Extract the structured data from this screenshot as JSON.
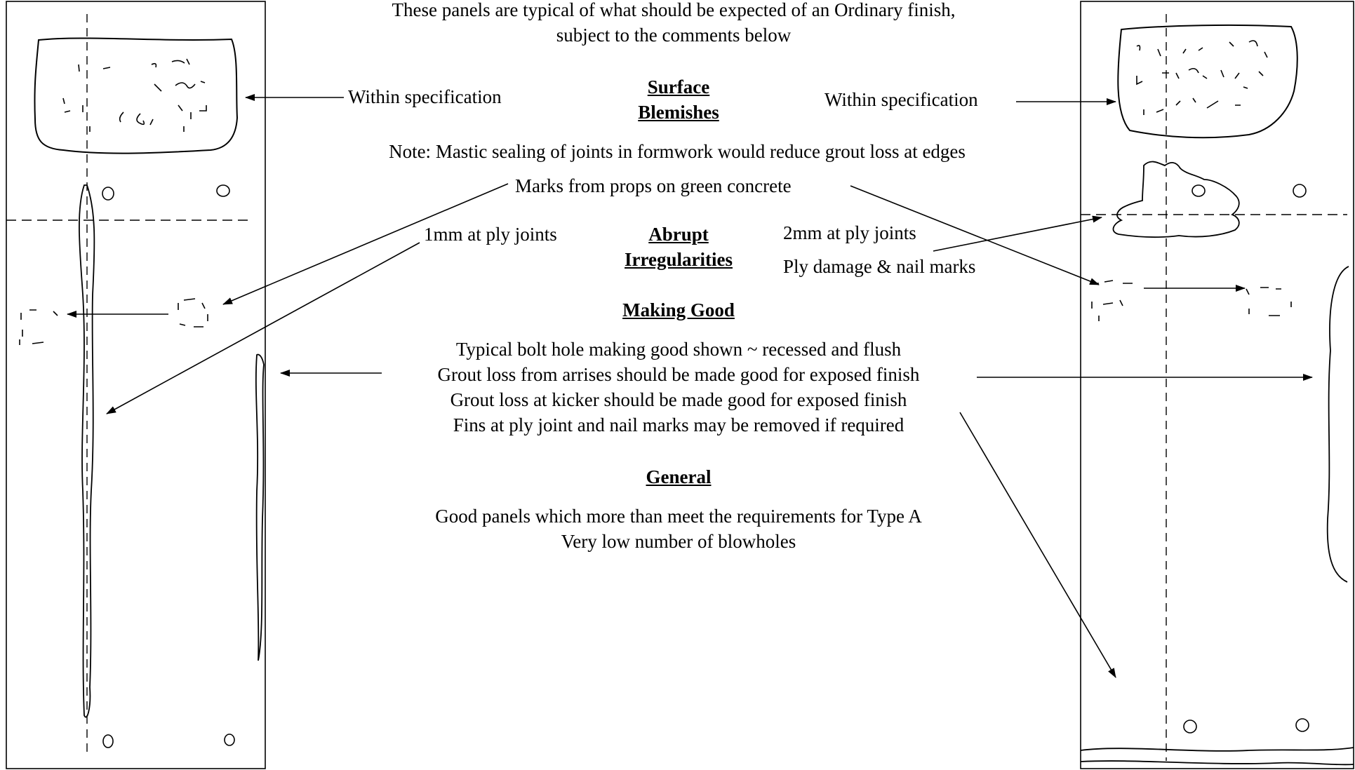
{
  "header": {
    "line1": "These panels are typical of what should be expected of an Ordinary finish,",
    "line2": "subject to the comments below"
  },
  "surface": {
    "heading1": "Surface",
    "heading2": "Blemishes",
    "left_label": "Within specification",
    "right_label": "Within specification",
    "note": "Note: Mastic sealing of joints in formwork would reduce grout loss at edges"
  },
  "abrupt": {
    "props_label": "Marks from props on green concrete",
    "heading1": "Abrupt",
    "heading2": "Irregularities",
    "left_joint": "1mm at ply joints",
    "right_joint": "2mm at ply joints",
    "ply_damage": "Ply damage & nail marks"
  },
  "making_good": {
    "heading": "Making Good",
    "line1": "Typical bolt hole making good shown ~ recessed and flush",
    "line2": "Grout loss from arrises should be made good for exposed finish",
    "line3": "Grout loss at kicker should be made good for exposed finish",
    "line4": "Fins at ply joint and nail marks may be removed if required"
  },
  "general": {
    "heading": "General",
    "line1": "Good panels which more than meet the requirements for Type A",
    "line2": "Very low number of blowholes"
  },
  "colors": {
    "ink": "#000000",
    "paper": "#ffffff"
  }
}
